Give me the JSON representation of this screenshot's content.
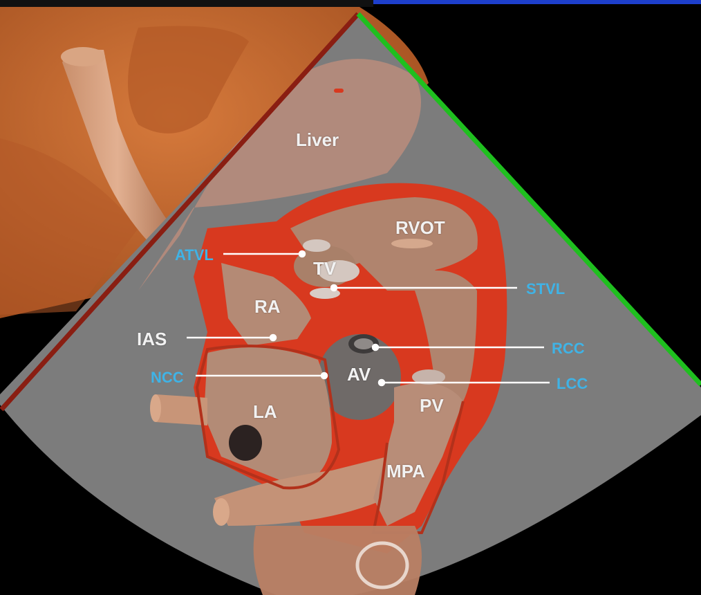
{
  "structure_labels": {
    "liver": "Liver",
    "rvot": "RVOT",
    "tv": "TV",
    "ra": "RA",
    "ias": "IAS",
    "av": "AV",
    "la": "LA",
    "pv": "PV",
    "mpa": "MPA"
  },
  "leaflet_labels": {
    "atvl": "ATVL",
    "stvl": "STVL",
    "rcc": "RCC",
    "ncc": "NCC",
    "lcc": "LCC"
  },
  "colors": {
    "sector_gray": "#7c7c7c",
    "blood_red": "#d8391f",
    "tissue": "#b8907c",
    "liver_orange": "#c86a30",
    "green_edge": "#1fbf1f",
    "red_edge": "#8a1e12",
    "callout_blue": "#3fb3e6"
  }
}
